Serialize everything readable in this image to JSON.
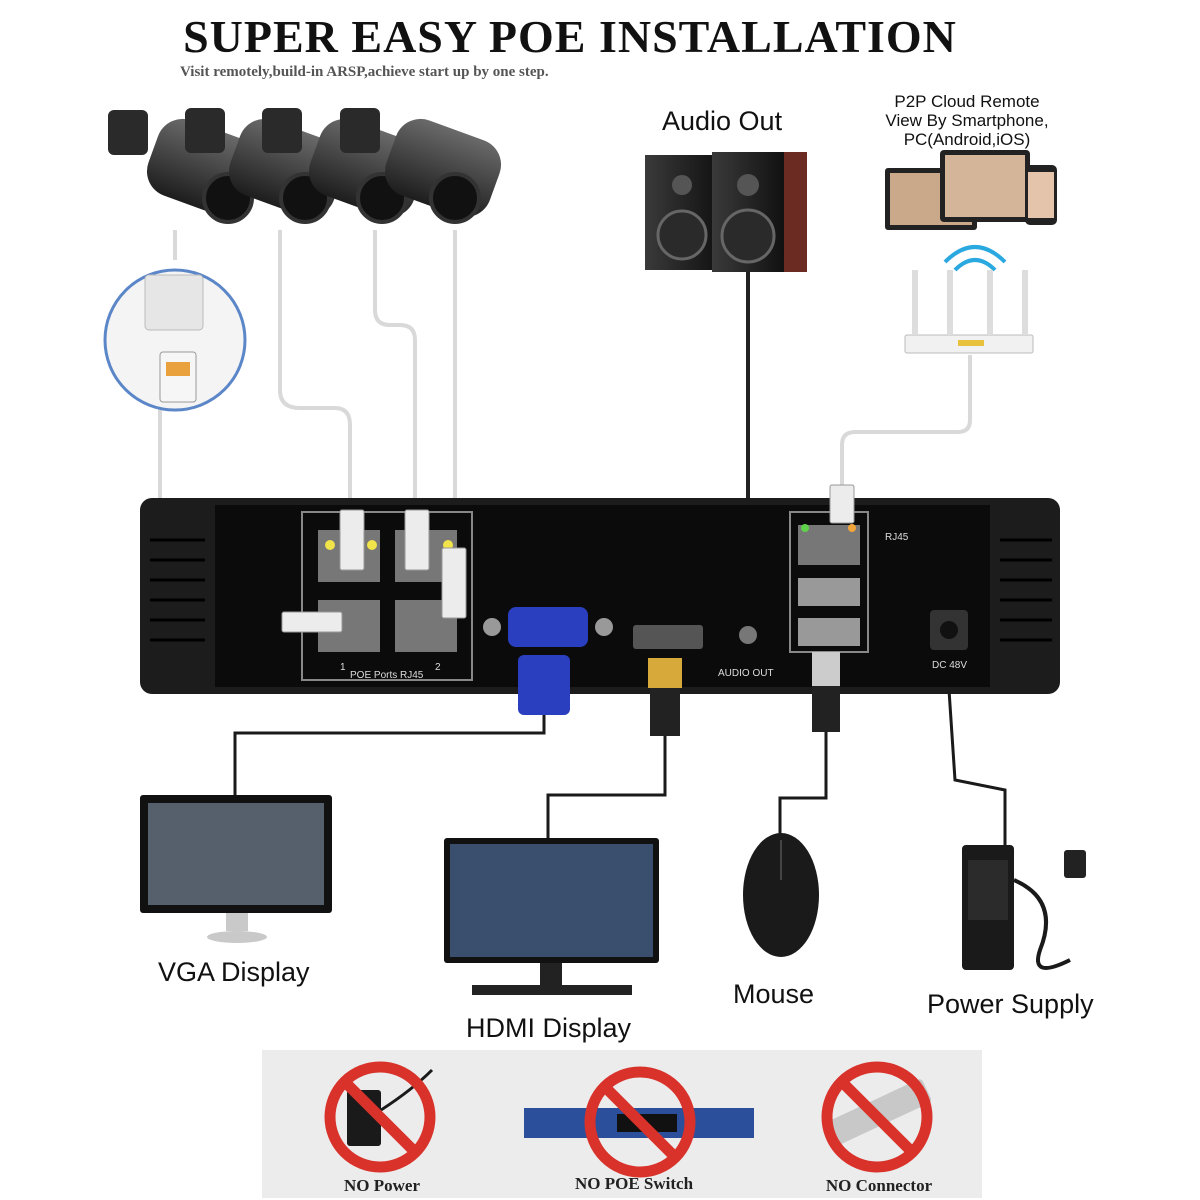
{
  "header": {
    "title": "SUPER EASY POE INSTALLATION",
    "subtitle": "Visit remotely,build-in ARSP,achieve start up by one step."
  },
  "labels": {
    "audio_out": "Audio Out",
    "p2p_line1": "P2P Cloud Remote",
    "p2p_line2": "View By Smartphone,",
    "p2p_line3": "PC(Android,iOS)",
    "vga_display": "VGA Display",
    "hdmi_display": "HDMI Display",
    "mouse": "Mouse",
    "power_supply": "Power Supply"
  },
  "nvr_panel": {
    "poe_ports": "POE Ports RJ45",
    "port_1": "1",
    "port_2": "2",
    "rj45": "RJ45",
    "audio_out": "AUDIO OUT",
    "dc": "DC 48V"
  },
  "warnings": [
    {
      "label": "NO Power",
      "icon": "power-adapter-icon"
    },
    {
      "label": "NO POE Switch",
      "icon": "network-switch-icon"
    },
    {
      "label": "NO Connector",
      "icon": "connector-icon"
    }
  ],
  "colors": {
    "prohibit_red": "#d8322a",
    "nvr_body": "#1c1c1c",
    "vga_blue": "#2a3fbf",
    "hdmi_gold": "#d6a93a"
  }
}
